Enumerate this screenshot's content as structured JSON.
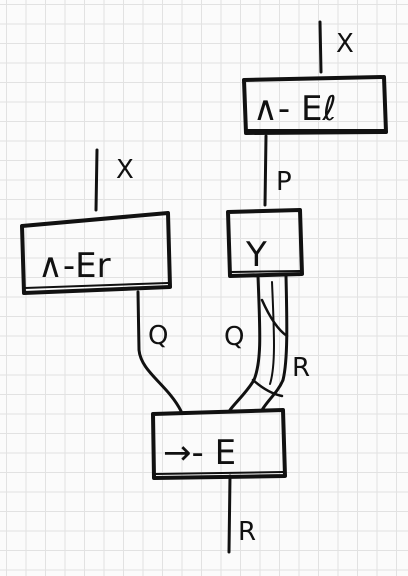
{
  "diagram": {
    "boxes": {
      "and_el": "∧- Eℓ",
      "and_er": "∧-Er",
      "contraction": "Y",
      "imp_e": "→- E"
    },
    "wires": {
      "x_left": "X",
      "x_right": "X",
      "p": "P",
      "q_left": "Q",
      "q_right": "Q",
      "r_mid": "R",
      "r_out": "R"
    }
  }
}
